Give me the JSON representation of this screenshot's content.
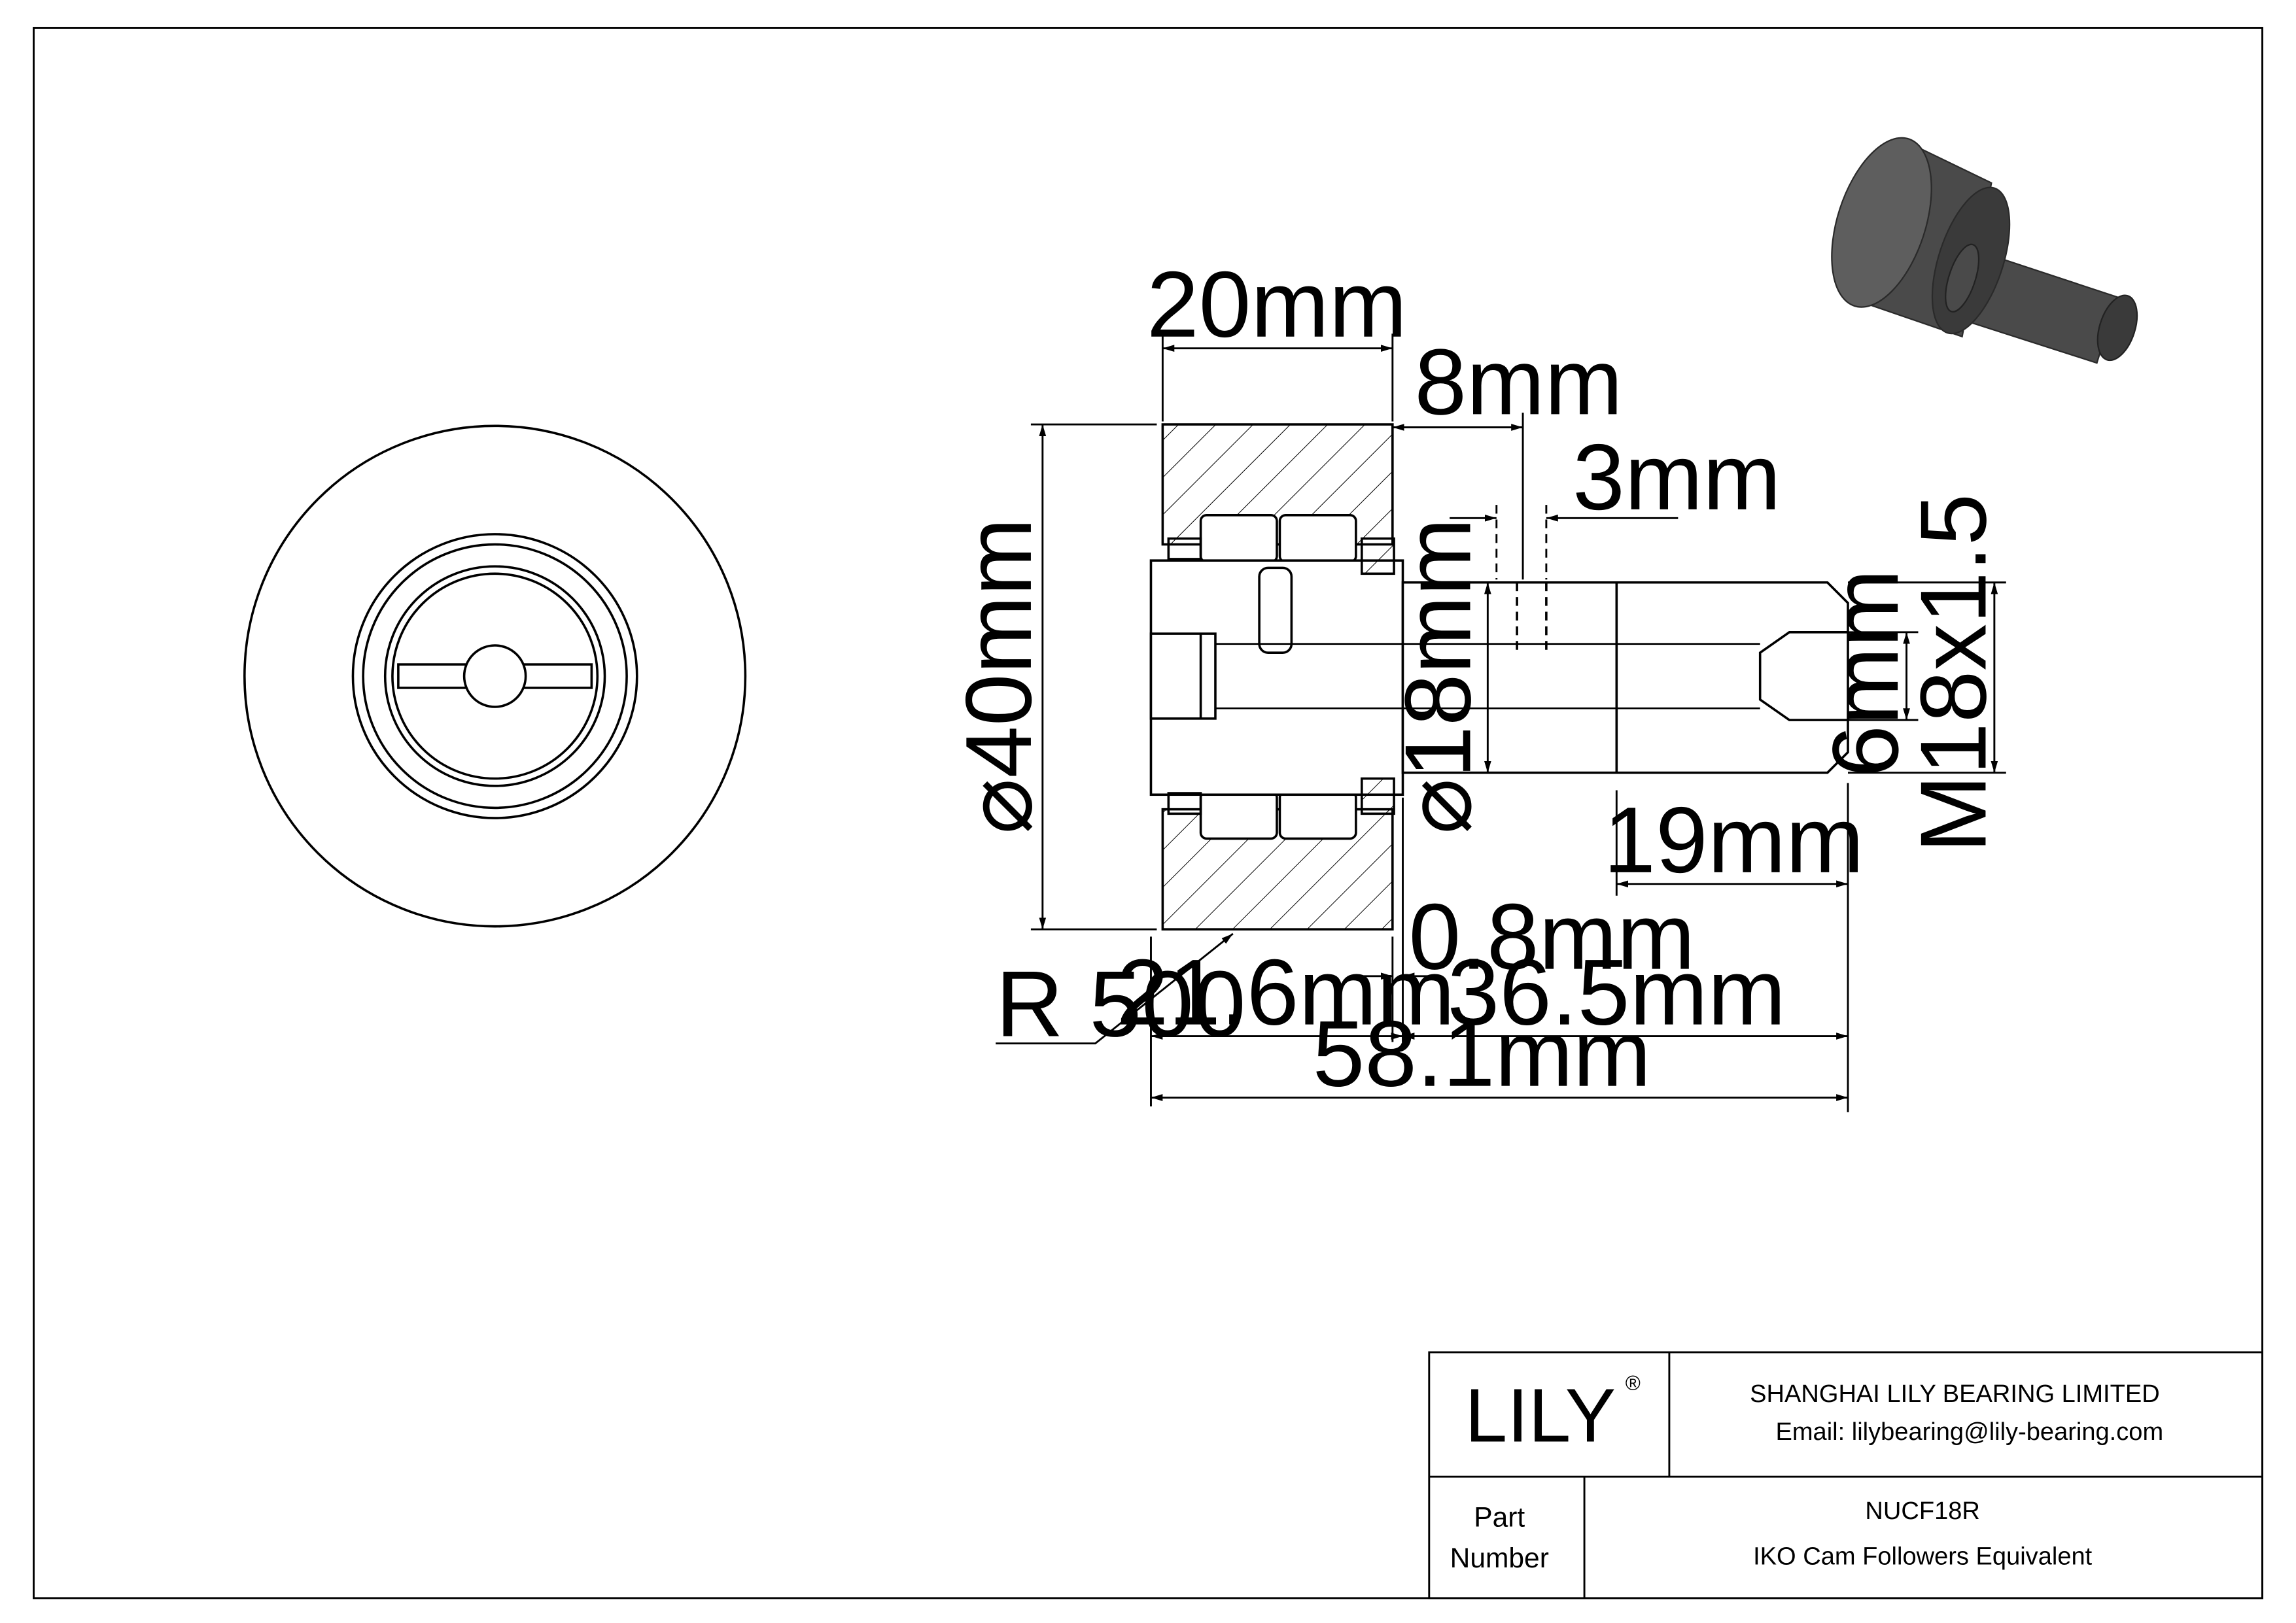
{
  "drawing": {
    "dimensions": {
      "width_top": "20mm",
      "width_8": "8mm",
      "width_3": "3mm",
      "outer_diameter": "40mm",
      "shaft_diameter": "18mm",
      "hex_socket": "6mm",
      "thread": "M18x1.5",
      "thread_length": "19mm",
      "flange_thickness": "0.8mm",
      "roller_length": "21.6mm",
      "stud_length": "36.5mm",
      "overall_length": "58.1mm",
      "crown_radius": "R 500"
    },
    "symbols": {
      "diameter": "⌀"
    }
  },
  "title_block": {
    "logo": "LILY",
    "registered_mark": "®",
    "company": "SHANGHAI LILY BEARING LIMITED",
    "email": "Email: lilybearing@lily-bearing.com",
    "part_label_line1": "Part",
    "part_label_line2": "Number",
    "part_number": "NUCF18R",
    "description": "IKO Cam Followers Equivalent"
  },
  "colors": {
    "line": "#000000",
    "render_body": "#4a4a4a",
    "render_dark": "#3a3a3a",
    "render_light": "#5e5e5e"
  }
}
